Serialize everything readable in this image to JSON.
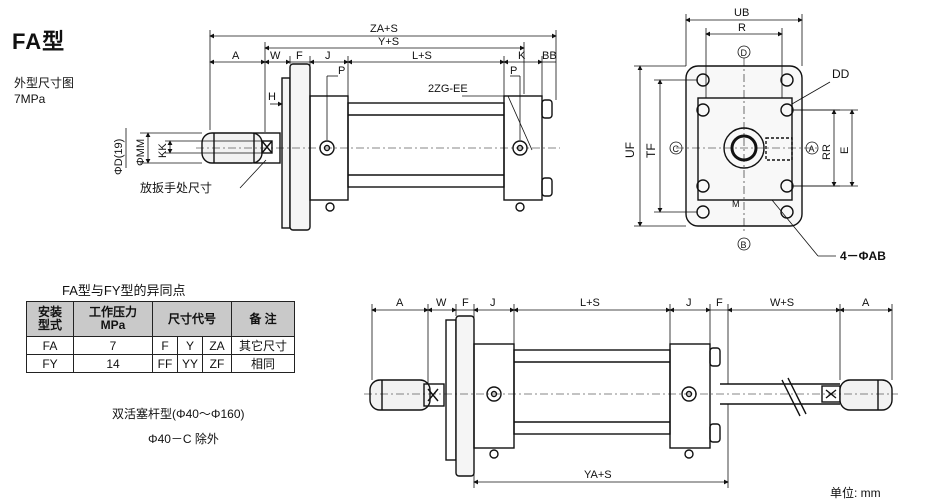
{
  "header": {
    "title": "FA型",
    "subtitle": "外型尺寸图",
    "pressure": "7MPa"
  },
  "top_view": {
    "dims": {
      "za_s": "ZA+S",
      "y_s": "Y+S",
      "a": "A",
      "w": "W",
      "f": "F",
      "j": "J",
      "l_s": "L+S",
      "k": "K",
      "bb": "BB",
      "p1": "P",
      "p2": "P",
      "h": "H",
      "port": "2ZG-EE",
      "d19": "ΦD(19)",
      "mm": "ΦMM",
      "kk": "KK"
    },
    "wrench_label": "放扳手处尺寸"
  },
  "end_view": {
    "dims": {
      "ub": "UB",
      "r": "R",
      "dd": "DD",
      "uf": "UF",
      "tf": "TF",
      "rr": "RR",
      "e": "E",
      "holes": "4－ΦAB"
    },
    "markers": {
      "d": "D",
      "c": "C",
      "a": "A",
      "b": "B",
      "m": "M"
    }
  },
  "comparison": {
    "title": "FA型与FY型的异同点",
    "headers": {
      "install": "安装\n型式",
      "pressure": "工作压力\nMPa",
      "dimcode": "尺寸代号",
      "remark": "备 注"
    },
    "rows": [
      {
        "type": "FA",
        "pressure": "7",
        "c1": "F",
        "c2": "Y",
        "c3": "ZA"
      },
      {
        "type": "FY",
        "pressure": "14",
        "c1": "FF",
        "c2": "YY",
        "c3": "ZF"
      }
    ],
    "remark_line1": "其它尺寸",
    "remark_line2": "相同"
  },
  "notes": {
    "range": "双活塞杆型(Φ40～Φ160)",
    "exclude": "Φ40－C 除外"
  },
  "bottom_view": {
    "dims": {
      "a_left": "A",
      "w": "W",
      "f1": "F",
      "j1": "J",
      "l_s": "L+S",
      "j2": "J",
      "f2": "F",
      "w_s": "W+S",
      "a_right": "A",
      "ya_s": "YA+S"
    }
  },
  "unit": "单位: mm"
}
